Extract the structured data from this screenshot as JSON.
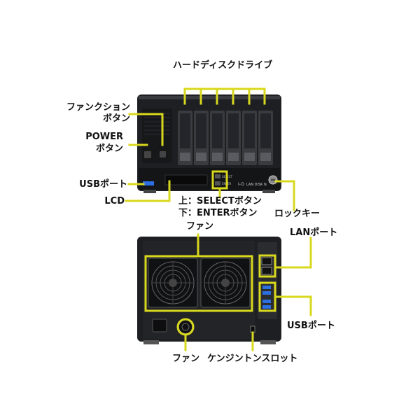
{
  "labels": {
    "hdd": "ハードディスクドライブ",
    "function_line1": "ファンクション",
    "function_line2": "ボタン",
    "power_line1": "POWER",
    "power_line2": "ボタン",
    "usb_front": "USBポート",
    "lcd": "LCD",
    "select_line1": "上：SELECTボタン",
    "select_line2": "下：ENTERボタン",
    "lock_key": "ロックキー",
    "fan_top": "ファン",
    "lan_port": "LANポート",
    "usb_rear": "USBポート",
    "fan_bottom": "ファン",
    "kensington": "ケンジントンスロット"
  },
  "device_text": {
    "brand": "I-O",
    "model": "LAN DISK N",
    "select_small": "SELECT",
    "enter_small": "ENTER"
  },
  "colors": {
    "callout": "#d8d81e",
    "chassis": "#1e1f22",
    "panel": "#2b2c30",
    "bay": "#3a3b3f",
    "usb_blue": "#2b6fe0"
  }
}
